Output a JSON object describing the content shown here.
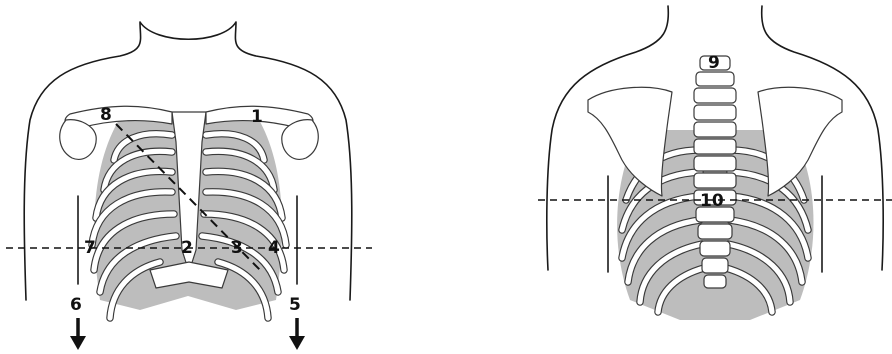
{
  "figure": {
    "front_view": {
      "labels": [
        {
          "id": "l1",
          "text": "1"
        },
        {
          "id": "l2",
          "text": "2"
        },
        {
          "id": "l3",
          "text": "3"
        },
        {
          "id": "l4",
          "text": "4"
        },
        {
          "id": "l5",
          "text": "5"
        },
        {
          "id": "l6",
          "text": "6"
        },
        {
          "id": "l7",
          "text": "7"
        },
        {
          "id": "l8",
          "text": "8"
        }
      ]
    },
    "back_view": {
      "labels": [
        {
          "id": "l9",
          "text": "9"
        },
        {
          "id": "l10",
          "text": "10"
        }
      ]
    },
    "colors": {
      "line": "#1a1a1a",
      "bone_shading": "#bdbdbd"
    }
  }
}
